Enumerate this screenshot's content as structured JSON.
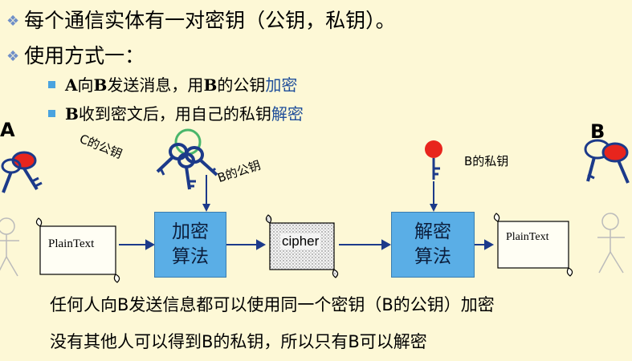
{
  "bullets": {
    "line1": "每个通信实体有一对密钥（公钥，私钥）。",
    "line2": "使用方式一：",
    "sub1": {
      "a": "A",
      "t1": "向",
      "b": "B",
      "t2": "发送消息，用",
      "b2": "B",
      "t3": "的公钥",
      "hl": "加密"
    },
    "sub2": {
      "b": "B",
      "t1": "收到密文后，用自己的私钥",
      "hl": "解密"
    }
  },
  "labels": {
    "left_person": "A",
    "right_person": "B",
    "c_pubkey": "C的公钥",
    "b_pubkey": "B的公钥",
    "b_privkey": "B的私钥",
    "plaintext_left": "PlainText",
    "plaintext_right": "PlainText",
    "cipher": "cipher",
    "encrypt_box": [
      "加密",
      "算法"
    ],
    "decrypt_box": [
      "解密",
      "算法"
    ]
  },
  "notes": {
    "line1": "任何人向B发送信息都可以使用同一个密钥（B的公钥）加密",
    "line2": "没有其他人可以得到B的私钥，所以只有B可以解密"
  },
  "colors": {
    "background": "#fdf8d6",
    "box_fill": "#5aaee6",
    "key_red": "#e8251d",
    "key_blue": "#1c3a8a",
    "ring_green": "#49b66b",
    "highlight_blue": "#1f4e9a"
  }
}
